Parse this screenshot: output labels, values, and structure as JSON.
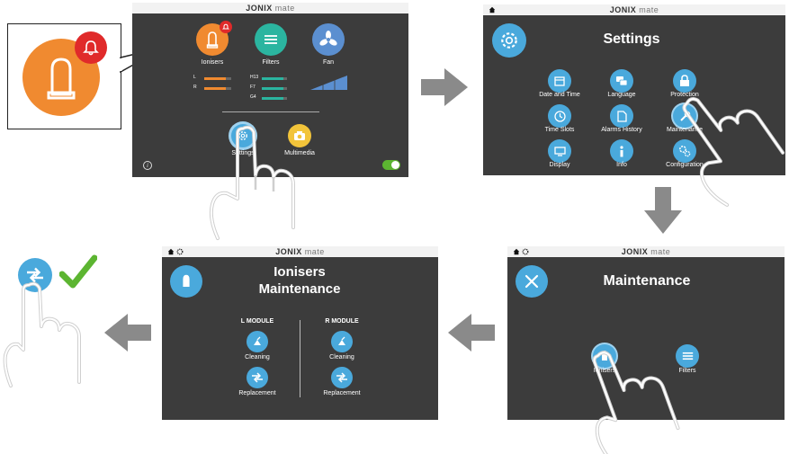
{
  "brand": {
    "name": "JONIX",
    "suffix": "mate"
  },
  "callout": {
    "icon": "ioniser-alarm-icon"
  },
  "home_screen": {
    "buttons": [
      {
        "label": "Ionisers",
        "color": "#f08a30"
      },
      {
        "label": "Filters",
        "color": "#2bb5a0"
      },
      {
        "label": "Fan",
        "color": "#5b8fd0"
      }
    ],
    "bars_left": [
      "L",
      "R"
    ],
    "bars_mid": [
      "H13",
      "F7",
      "G4"
    ],
    "bottom_buttons": [
      {
        "label": "Settings",
        "color": "#4aa9dc"
      },
      {
        "label": "Multimedia",
        "color": "#f2c43a"
      }
    ],
    "info_symbol": "i"
  },
  "settings_screen": {
    "title": "Settings",
    "items": [
      {
        "label": "Date and Time",
        "icon": "calendar-icon"
      },
      {
        "label": "Language",
        "icon": "language-icon"
      },
      {
        "label": "Protection",
        "icon": "lock-icon"
      },
      {
        "label": "Time Slots",
        "icon": "clock-icon"
      },
      {
        "label": "Alarms History",
        "icon": "document-icon"
      },
      {
        "label": "Maintenance",
        "icon": "wrench-icon"
      },
      {
        "label": "Display",
        "icon": "display-icon"
      },
      {
        "label": "Info",
        "icon": "info-icon"
      },
      {
        "label": "Configuration",
        "icon": "gears-icon"
      }
    ]
  },
  "maintenance_screen": {
    "title": "Maintenance",
    "items": [
      {
        "label": "Ionisers"
      },
      {
        "label": "Filters"
      }
    ]
  },
  "ionisers_screen": {
    "title_line1": "Ionisers",
    "title_line2": "Maintenance",
    "l_module": "L MODULE",
    "r_module": "R MODULE",
    "cleaning": "Cleaning",
    "replacement": "Replacement"
  },
  "colors": {
    "screen_bg": "#3c3c3c",
    "accent_blue": "#4aa9dc",
    "arrow_gray": "#8a8a8a",
    "check_green": "#5cb531",
    "alarm_red": "#e02a2a"
  }
}
